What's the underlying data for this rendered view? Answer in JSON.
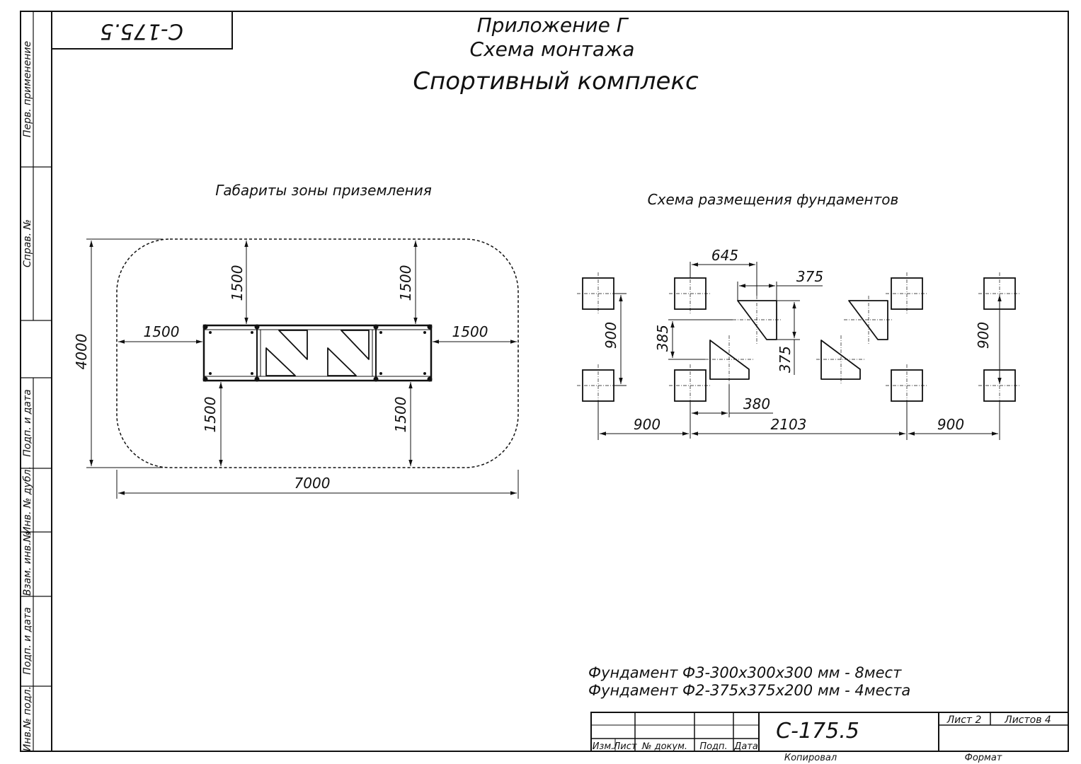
{
  "sheet": {
    "code_rotated": "С-175.5",
    "code": "С-175.5",
    "appendix": "Приложение Г",
    "scheme_title": "Схема монтажа",
    "product": "Спортивный комплекс"
  },
  "margin_labels": [
    "Перв. применение",
    "Справ. №",
    "Подп. и дата",
    "Инв. № дубл.",
    "Взам. инв.№",
    "Подп. и дата",
    "Инв.№ подл."
  ],
  "zone_view": {
    "title": "Габариты зоны приземления",
    "dims": {
      "width": "7000",
      "height": "4000",
      "left": "1500",
      "right": "1500",
      "top_left": "1500",
      "top_right": "1500",
      "bottom_left": "1500",
      "bottom_right": "1500"
    }
  },
  "foundation_view": {
    "title": "Схема размещения фундаментов",
    "dims": {
      "d645": "645",
      "d375_top": "375",
      "d900_left": "900",
      "d385": "385",
      "d375_side": "375",
      "d900_right": "900",
      "d380": "380",
      "bottom_left": "900",
      "bottom_mid": "2103",
      "bottom_right": "900"
    }
  },
  "notes": [
    "Фундамент Ф3-300х300х300 мм - 8мест",
    "Фундамент Ф2-375х375х200 мм - 4места"
  ],
  "title_block": {
    "sheet": "Лист 2",
    "sheets": "Листов 4",
    "headers": [
      "Изм.",
      "Лист",
      "№ докум.",
      "Подп.",
      "Дата"
    ],
    "copied": "Копировал",
    "format": "Формат"
  }
}
